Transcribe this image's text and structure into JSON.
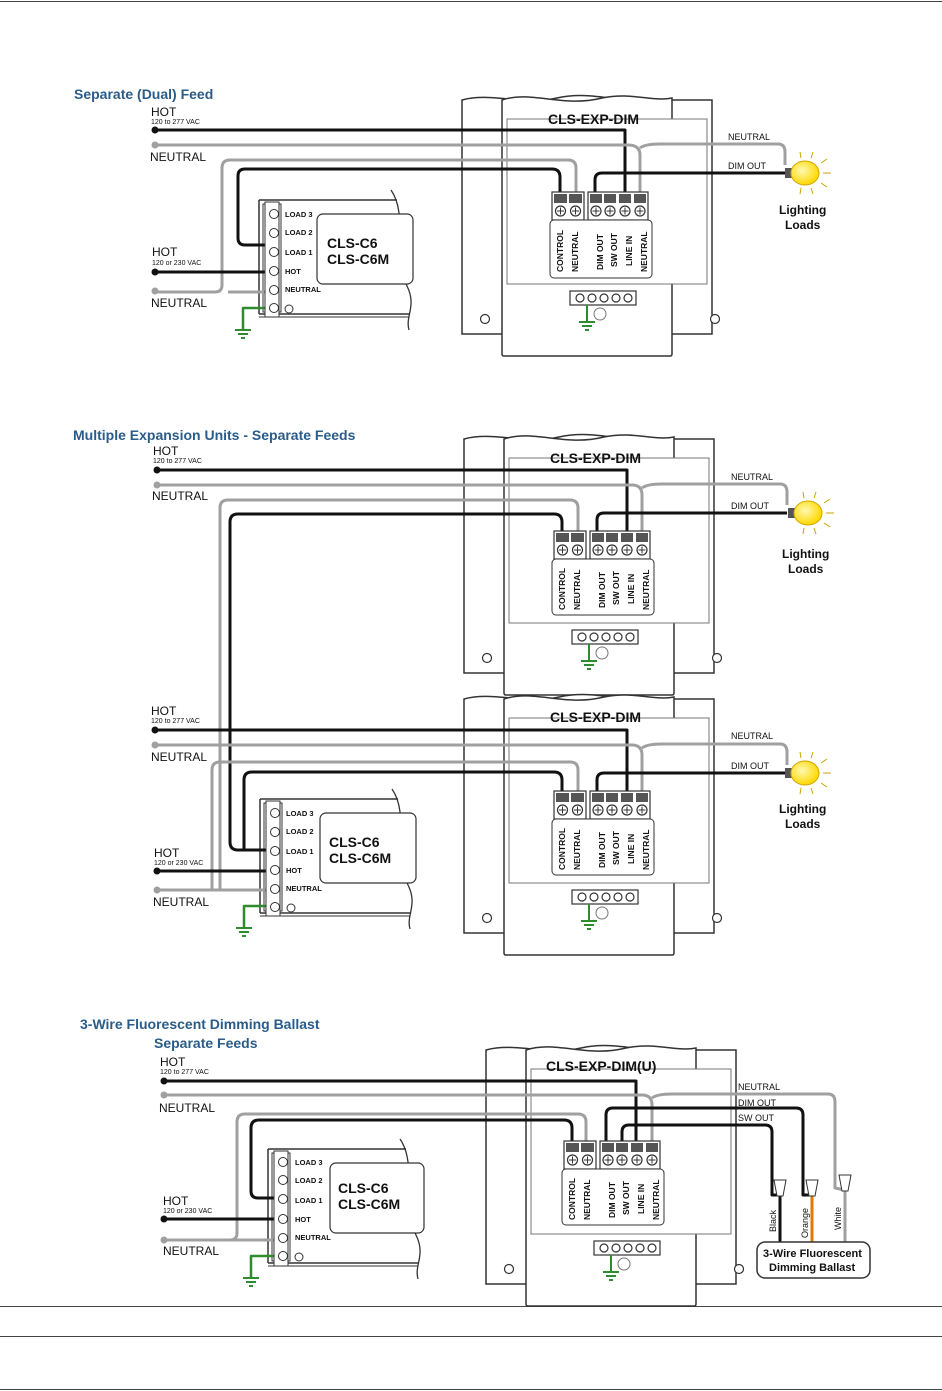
{
  "diagram1": {
    "title": "Separate (Dual) Feed",
    "hot_top": "HOT",
    "hot_top_sub": "120 to 277 VAC",
    "neutral_top": "NEUTRAL",
    "hot_bottom": "HOT",
    "hot_bottom_sub": "120 or 230 VAC",
    "neutral_bottom": "NEUTRAL",
    "unit": "CLS-EXP-DIM",
    "wire_neutral": "NEUTRAL",
    "wire_dimout": "DIM OUT",
    "loads_1": "Lighting",
    "loads_2": "Loads"
  },
  "diagram2": {
    "title": "Multiple Expansion Units - Separate Feeds",
    "hot_a": "HOT",
    "hot_a_sub": "120 to 277 VAC",
    "neutral_a": "NEUTRAL",
    "hot_b": "HOT",
    "hot_b_sub": "120 to 277 VAC",
    "neutral_b": "NEUTRAL",
    "hot_c": "HOT",
    "hot_c_sub": "120 or 230 VAC",
    "neutral_c": "NEUTRAL",
    "unit": "CLS-EXP-DIM",
    "wire_neutral": "NEUTRAL",
    "wire_dimout": "DIM OUT",
    "loads_1": "Lighting",
    "loads_2": "Loads"
  },
  "diagram3": {
    "title_1": "3-Wire Fluorescent Dimming Ballast",
    "title_2": "Separate Feeds",
    "hot_top": "HOT",
    "hot_top_sub": "120 to 277 VAC",
    "neutral_top": "NEUTRAL",
    "hot_bottom": "HOT",
    "hot_bottom_sub": "120 or 230 VAC",
    "neutral_bottom": "NEUTRAL",
    "unit": "CLS-EXP-DIM(U)",
    "wire_neutral": "NEUTRAL",
    "wire_dimout": "DIM OUT",
    "wire_swout": "SW OUT",
    "black": "Black",
    "orange": "Orange",
    "white": "White",
    "ballast_1": "3-Wire Fluorescent",
    "ballast_2": "Dimming Ballast"
  },
  "controller": {
    "name_1": "CLS-C6",
    "name_2": "CLS-C6M",
    "load3": "LOAD 3",
    "load2": "LOAD 2",
    "load1": "LOAD 1",
    "hot": "HOT",
    "neutral": "NEUTRAL"
  },
  "terminals": {
    "control": "CONTROL",
    "neutral": "NEUTRAL",
    "dim_out": "DIM OUT",
    "sw_out": "SW OUT",
    "line_in": "LINE IN",
    "neutral2": "NEUTRAL"
  },
  "colors": {
    "title_blue": "#2a5c8a",
    "wire_black": "#111111",
    "wire_gray": "#a0a0a0",
    "ground_green": "#2e8b2e",
    "orange": "#e07b00",
    "bulb_yellow": "#ffe000"
  }
}
